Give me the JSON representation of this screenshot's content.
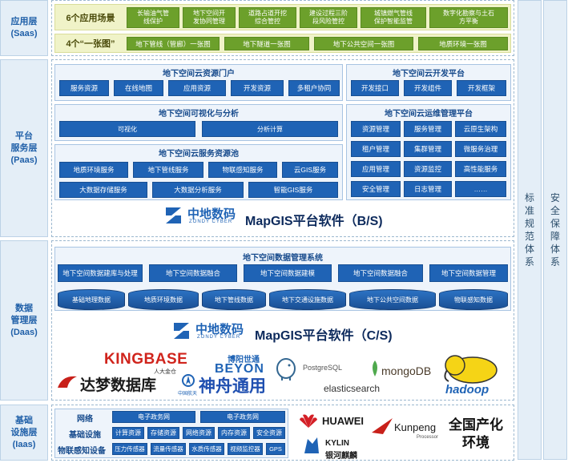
{
  "layers": {
    "saas": "应用层\n(Saas)",
    "paas": "平台\n服务层\n(Paas)",
    "daas": "数据\n管理层\n(Daas)",
    "iaas": "基础\n设施层\n(Iaas)"
  },
  "side": {
    "standard": "标准规范体系",
    "security": "安全保障体系"
  },
  "saas": {
    "scenarios_title": "6个应用场景",
    "scenarios": [
      "长输油气管\n线保护",
      "地下空间开\n发协同管理",
      "道路占道开挖\n综合管控",
      "建设过程三阶\n段风险管控",
      "城镇燃气管线\n保护智能监管",
      "数字化勘察与土石\n方平衡"
    ],
    "maps_title": "4个“一张图”",
    "maps": [
      "地下管线（管廊）一张图",
      "地下隧道一张图",
      "地下公共空间一张图",
      "地质环境一张图"
    ]
  },
  "paas": {
    "portal": {
      "title": "地下空间云资源门户",
      "items": [
        "服务资源",
        "在线地图",
        "应用资源",
        "开发资源",
        "多租户协同"
      ]
    },
    "dev": {
      "title": "地下空间云开发平台",
      "items": [
        "开发接口",
        "开发组件",
        "开发框架"
      ]
    },
    "vis": {
      "title": "地下空间可视化与分析",
      "items": [
        "可视化",
        "分析计算"
      ]
    },
    "ops": {
      "title": "地下空间云运维管理平台",
      "items": [
        "资源管理",
        "服务管理",
        "云原生架构",
        "租户管理",
        "集群管理",
        "微服务治理",
        "应用管理",
        "资源监控",
        "高性能服务",
        "安全管理",
        "日志管理",
        "……"
      ]
    },
    "pool": {
      "title": "地下空间云服务资源池",
      "row1": [
        "地质环境服务",
        "地下管线服务",
        "物联感知服务",
        "云GIS服务"
      ],
      "row2": [
        "大数据存储服务",
        "大数据分析服务",
        "智能GIS服务"
      ]
    },
    "brand": "MapGIS平台软件（B/S)"
  },
  "daas": {
    "title": "地下空间数据管理系统",
    "ops": [
      "地下空间数据建库与处理",
      "地下空间数据融合",
      "地下空间数据建模",
      "地下空间数据融合",
      "地下空间数据管理"
    ],
    "stores": [
      "基础地理数据",
      "地质环境数据",
      "地下管线数据",
      "地下交通设施数据",
      "地下公共空间数据",
      "物联感知数据"
    ],
    "brand": "MapGIS平台软件（C/S)",
    "vendors": {
      "kingbase": "KINGBASE",
      "kingbase_sub": "人大金仓",
      "dameng": "达梦数据库",
      "beyon": "BEYON",
      "beyon_cn": "博阳世通",
      "shenzhou": "神舟通用",
      "shenzhou_sub": "中国航天",
      "postgres": "PostgreSQL",
      "mongodb": "mongoDB",
      "elastic": "elasticsearch",
      "hadoop": "hadoop"
    }
  },
  "iaas": {
    "network": {
      "label": "网络",
      "items": [
        "电子政务网",
        "电子政务网"
      ]
    },
    "infra": {
      "label": "基础设施",
      "items": [
        "计算资源",
        "存储资源",
        "网络资源",
        "内存资源",
        "安全资源"
      ]
    },
    "iot": {
      "label": "物联感知设备",
      "items": [
        "压力传感器",
        "流量传感器",
        "水质传感器",
        "视频监控器",
        "GPS"
      ]
    },
    "vendors": {
      "huawei": "HUAWEI",
      "kunpeng": "Kunpeng",
      "kunpeng_sub": "Processor",
      "kylin": "KYLIN",
      "kylin_cn": "银河麒麟"
    },
    "localization": "全国产化\n环境"
  },
  "zondy": {
    "cn": "中地数码",
    "en": "ZONDY CYBER"
  },
  "colors": {
    "accent": "#1f63b5",
    "saas_green": "#6ca02b",
    "layer_bg": "#e4eef7"
  }
}
